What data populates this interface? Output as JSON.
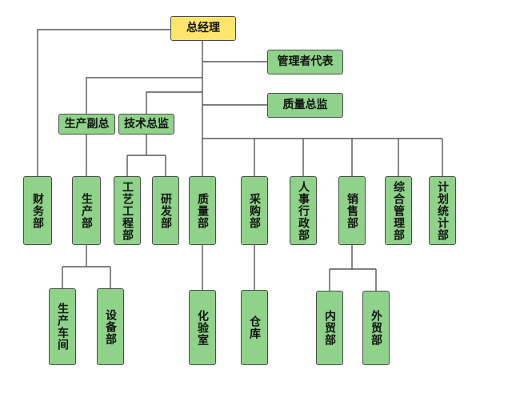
{
  "chart": {
    "ceo": "总经理",
    "mgmt_rep": "管理者代表",
    "quality_director": "质量总监",
    "vp_production": "生产副总",
    "tech_director": "技术总监",
    "finance": "财务部",
    "production": "生产部",
    "process_eng": "工艺工程部",
    "rnd": "研发部",
    "quality": "质量部",
    "purchasing": "采购部",
    "hr_admin": "人事行政部",
    "sales": "销售部",
    "general_mgmt": "综合管理部",
    "planning_stats": "计划统计部",
    "workshop": "生产车间",
    "equipment": "设备部",
    "lab": "化验室",
    "warehouse": "仓库",
    "domestic_trade": "内贸部",
    "foreign_trade": "外贸部"
  }
}
